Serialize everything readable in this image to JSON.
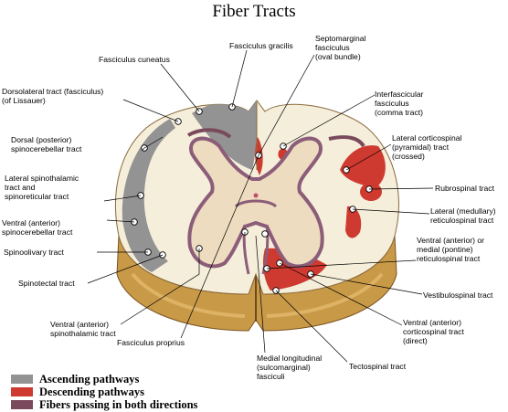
{
  "title": "Fiber Tracts",
  "colors": {
    "ascending": "#939393",
    "descending": "#cf3a30",
    "both": "#7a4a5c",
    "white_matter": "#f5eedb",
    "gray_matter": "#eddcc0",
    "gray_outline": "#8c5d78",
    "cut_surface": "#c89a48"
  },
  "labels": {
    "fasciculus_cuneatus": "Fasciculus cuneatus",
    "fasciculus_gracilis": "Fasciculus gracilis",
    "septomarginal": [
      "Septomarginal",
      "fasciculus",
      "(oval bundle)"
    ],
    "dorsolateral": [
      "Dorsolateral tract (fasciculus)",
      "(of Lissauer)"
    ],
    "interfascicular": [
      "Interfascicular",
      "fasciculus",
      "(comma tract)"
    ],
    "dorsal_spinocerebellar": [
      "Dorsal (posterior)",
      "spinocerebellar tract"
    ],
    "lateral_corticospinal": [
      "Lateral corticospinal",
      "(pyramidal) tract",
      "(crossed)"
    ],
    "lateral_spinothalamic": [
      "Lateral spinothalamic",
      "tract and",
      "spinoreticular tract"
    ],
    "rubrospinal": "Rubrospinal tract",
    "ventral_spinocerebellar": [
      "Ventral (anterior)",
      "spinocerebellar tract"
    ],
    "lateral_reticulospinal": [
      "Lateral (medullary)",
      "reticulospinal tract"
    ],
    "spinoolivary": "Spinoolivary tract",
    "ventral_reticulospinal": [
      "Ventral (anterior) or",
      "medial (pontine)",
      "reticulospinal tract"
    ],
    "spinotectal": "Spinotectal tract",
    "vestibulospinal": "Vestibulospinal tract",
    "ventral_spinothalamic": [
      "Ventral (anterior)",
      "spinothalamic tract"
    ],
    "ventral_corticospinal": [
      "Ventral (anterior)",
      "corticospinal tract",
      "(direct)"
    ],
    "fasciculus_proprius": "Fasciculus proprius",
    "medial_longitudinal": [
      "Medial longitudinal",
      "(sulcomarginal)",
      "fasciculi"
    ],
    "tectospinal": "Tectospinal tract"
  },
  "legend": [
    {
      "label": "Ascending pathways",
      "color": "#939393"
    },
    {
      "label": "Descending pathways",
      "color": "#cf3a30"
    },
    {
      "label": "Fibers passing in both directions",
      "color": "#7a4a5c"
    }
  ]
}
